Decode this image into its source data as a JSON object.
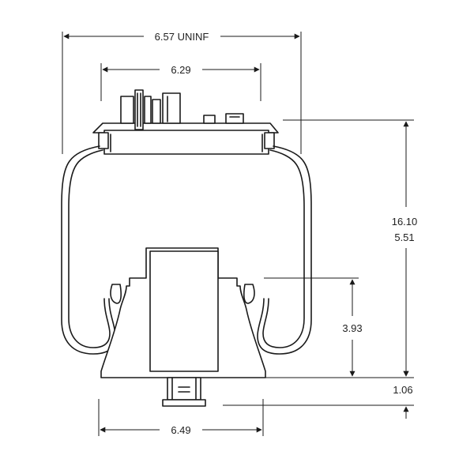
{
  "dimensions": {
    "top_width": "6.57 UNINF",
    "plate_width": "6.29",
    "height_max": "16.10",
    "height_min": "5.51",
    "piston_height": "3.93",
    "stud_length": "1.06",
    "bottom_width": "6.49"
  },
  "colors": {
    "line": "#1a1a1a",
    "background": "#ffffff"
  }
}
